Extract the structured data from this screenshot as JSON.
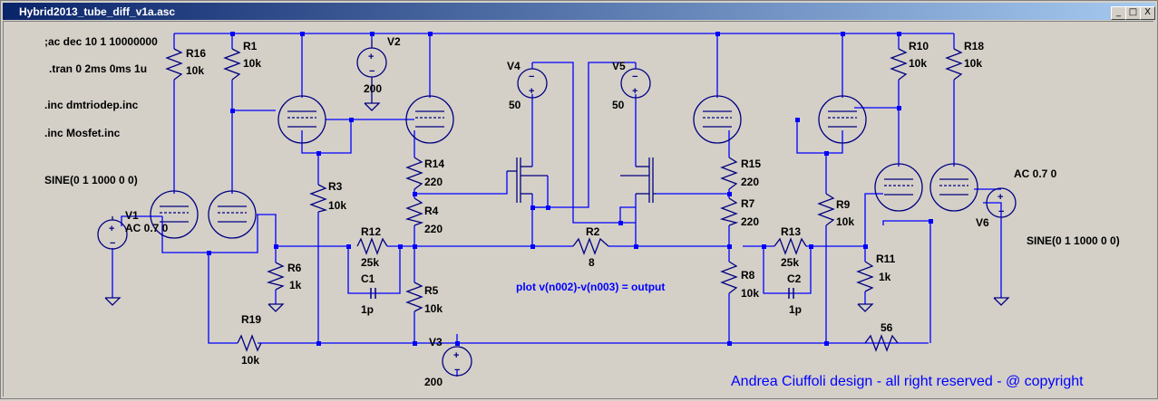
{
  "window": {
    "title": "Hybrid2013_tube_diff_v1a.asc",
    "min_glyph": "_",
    "max_glyph": "□",
    "close_glyph": "X"
  },
  "directives": {
    "ac": ";ac dec 10 1 10000000",
    "tran": ".tran 0 2ms 0ms 1u",
    "inc1": ".inc dmtriodep.inc",
    "inc2": ".inc Mosfet.inc",
    "sine_left": "SINE(0 1 1000 0 0)",
    "sine_right": "SINE(0 1 1000 0 0)",
    "plot": "plot v(n002)-v(n003) = output"
  },
  "components": {
    "R16": {
      "name": "R16",
      "value": "10k"
    },
    "R1": {
      "name": "R1",
      "value": "10k"
    },
    "V2": {
      "name": "V2",
      "value": "200"
    },
    "R3": {
      "name": "R3",
      "value": "10k"
    },
    "R14": {
      "name": "R14",
      "value": "220"
    },
    "R4": {
      "name": "R4",
      "value": "220"
    },
    "R5": {
      "name": "R5",
      "value": "10k"
    },
    "R6": {
      "name": "R6",
      "value": "1k"
    },
    "R12": {
      "name": "R12",
      "value": "25k"
    },
    "C1": {
      "name": "C1",
      "value": "1p"
    },
    "R19": {
      "name": "R19",
      "value": "10k"
    },
    "V1": {
      "name": "V1",
      "value": "AC 0.7 0"
    },
    "V3": {
      "name": "V3",
      "value": "200"
    },
    "V4": {
      "name": "V4",
      "value": "50"
    },
    "V5": {
      "name": "V5",
      "value": "50"
    },
    "R2": {
      "name": "R2",
      "value": "8"
    },
    "R15": {
      "name": "R15",
      "value": "220"
    },
    "R7": {
      "name": "R7",
      "value": "220"
    },
    "R8": {
      "name": "R8",
      "value": "10k"
    },
    "R13": {
      "name": "R13",
      "value": "25k"
    },
    "C2": {
      "name": "C2",
      "value": "1p"
    },
    "R9": {
      "name": "R9",
      "value": "10k"
    },
    "R11": {
      "name": "R11",
      "value": "1k"
    },
    "R10": {
      "name": "R10",
      "value": "10k"
    },
    "R18": {
      "name": "R18",
      "value": "10k"
    },
    "V6": {
      "name": "V6",
      "value": "AC 0.7 0"
    },
    "R56": {
      "name": "",
      "value": "56"
    }
  },
  "footer": {
    "credit": "Andrea Ciuffoli design - all right reserved - @ copyright"
  },
  "colors": {
    "wire": "#0000ff",
    "symbol": "#000080",
    "text": "#000000",
    "credit": "#0000ff"
  }
}
